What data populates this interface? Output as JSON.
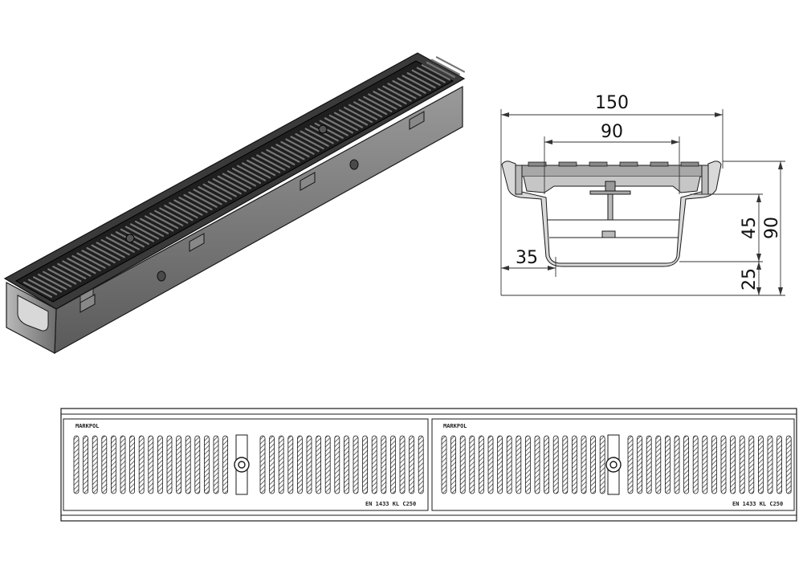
{
  "dimensions": {
    "overall_width": "150",
    "inner_width": "90",
    "left_offset": "35",
    "grate_depth": "45",
    "overall_height": "90",
    "bottom_height": "25"
  },
  "grate_markings": {
    "brand_left": "MARKPOL",
    "brand_right": "MARKPOL",
    "norm_left": "EN 1433  KL C250",
    "norm_right": "EN 1433  KL C250"
  },
  "colors": {
    "line": "#1a1a1a",
    "channel_dark": "#3a3a3a",
    "channel_mid": "#6e6e6e",
    "grate_fill": "#2b2b2b",
    "bar_hatch": "#555555",
    "section_fill": "#bdbdbd"
  }
}
